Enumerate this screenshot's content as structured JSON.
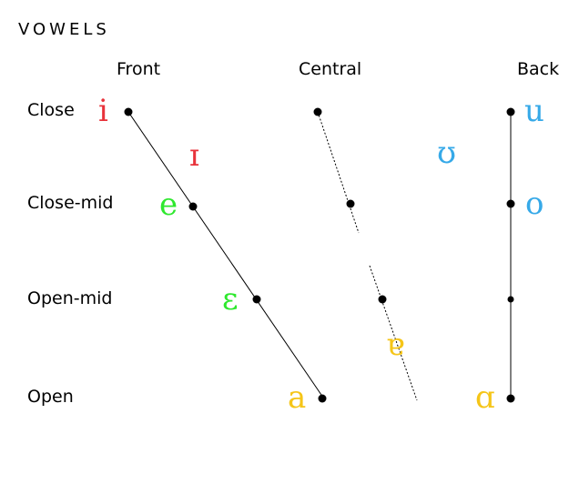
{
  "title": "VOWELS",
  "columns": {
    "front": "Front",
    "central": "Central",
    "back": "Back"
  },
  "rows": {
    "close": "Close",
    "close_mid": "Close-mid",
    "open_mid": "Open-mid",
    "open": "Open"
  },
  "colors": {
    "red": "#e8333b",
    "green": "#2ee82e",
    "blue": "#36a9e8",
    "yellow": "#f5c518",
    "line": "#000000"
  },
  "vowels": [
    {
      "symbol": "i",
      "position": "close front",
      "color": "red"
    },
    {
      "symbol": "ɪ",
      "position": "near-close near-front",
      "color": "red"
    },
    {
      "symbol": "ʊ",
      "position": "near-close near-back",
      "color": "blue"
    },
    {
      "symbol": "u",
      "position": "close back",
      "color": "blue"
    },
    {
      "symbol": "e",
      "position": "close-mid front",
      "color": "green"
    },
    {
      "symbol": "o",
      "position": "close-mid back",
      "color": "blue"
    },
    {
      "symbol": "ɛ",
      "position": "open-mid front",
      "color": "green"
    },
    {
      "symbol": "ɐ",
      "position": "near-open central",
      "color": "yellow"
    },
    {
      "symbol": "a",
      "position": "open front",
      "color": "yellow"
    },
    {
      "symbol": "ɑ",
      "position": "open back",
      "color": "yellow"
    }
  ]
}
